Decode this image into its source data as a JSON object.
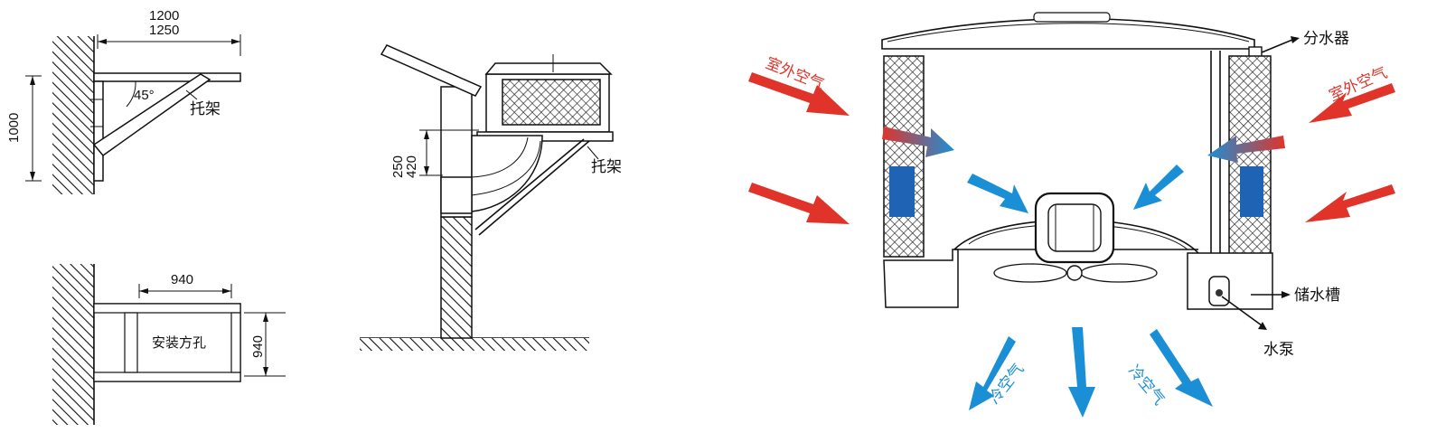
{
  "bracket_side": {
    "dim_top_1": "1200",
    "dim_top_2": "1250",
    "dim_height": "1000",
    "angle": "45°",
    "bracket_label": "托架"
  },
  "bracket_top": {
    "dim_width": "940",
    "dim_height": "940",
    "hole_label": "安装方孔"
  },
  "install": {
    "dim_a": "250",
    "dim_b": "420",
    "bracket_label": "托架"
  },
  "cooler": {
    "outdoor_air_left": "室外空气",
    "outdoor_air_right": "室外空气",
    "distributor": "分水器",
    "reservoir": "储水槽",
    "pump": "水泵",
    "cool_air_left": "冷空气",
    "cool_air_right": "冷空气"
  },
  "colors": {
    "hot_arrow": "#e0342b",
    "cold_arrow": "#1b8fd6",
    "pad_water": "#1f63b5"
  }
}
